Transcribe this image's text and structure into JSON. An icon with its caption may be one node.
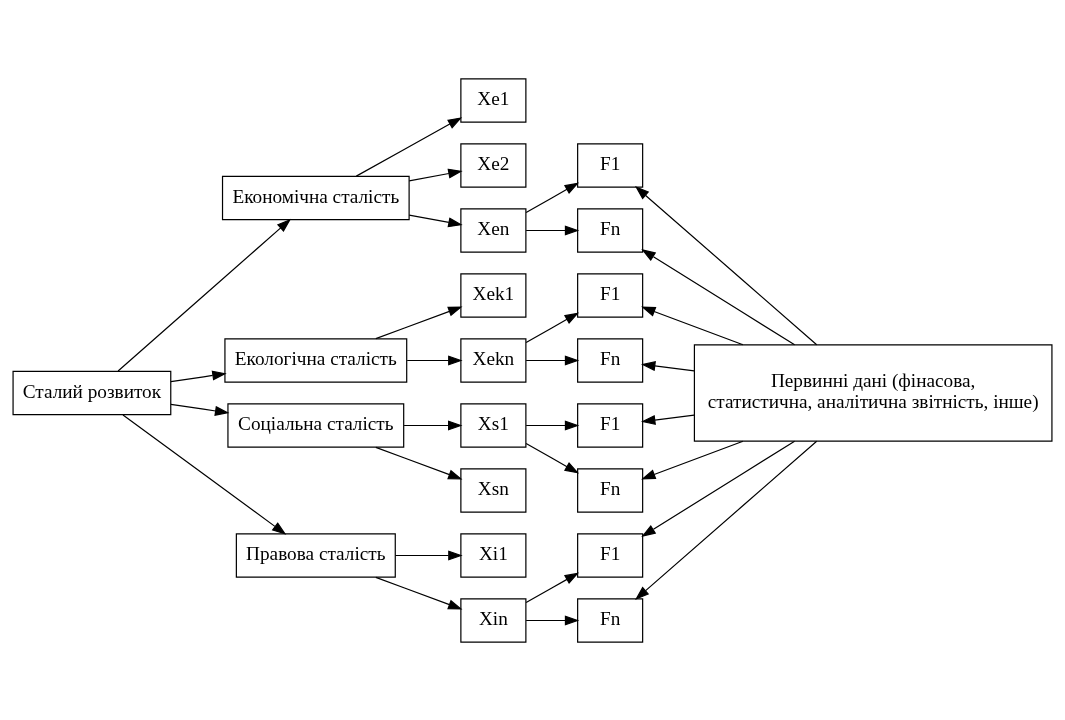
{
  "diagram": {
    "nodes": [
      {
        "text": [
          "Сталий розвиток"
        ]
      },
      {
        "text": [
          "Економічна сталість"
        ]
      },
      {
        "text": [
          "Xe1"
        ]
      },
      {
        "text": [
          "Xe2"
        ]
      },
      {
        "text": [
          "Xen"
        ]
      },
      {
        "text": [
          "F1"
        ]
      },
      {
        "text": [
          "Fn"
        ]
      },
      {
        "text": [
          "Екологічна сталість"
        ]
      },
      {
        "text": [
          "Xek1"
        ]
      },
      {
        "text": [
          "Xekn"
        ]
      },
      {
        "text": [
          "F1"
        ]
      },
      {
        "text": [
          "Fn"
        ]
      },
      {
        "text": [
          "Соціальна сталість"
        ]
      },
      {
        "text": [
          "Xs1"
        ]
      },
      {
        "text": [
          "Xsn"
        ]
      },
      {
        "text": [
          "F1"
        ]
      },
      {
        "text": [
          "Fn"
        ]
      },
      {
        "text": [
          "Правова сталість"
        ]
      },
      {
        "text": [
          "Xi1"
        ]
      },
      {
        "text": [
          "Xin"
        ]
      },
      {
        "text": [
          "F1"
        ]
      },
      {
        "text": [
          "Fn"
        ]
      },
      {
        "text": [
          "Первинні дані (фінасова, статистична, аналітична звітність, інше)"
        ]
      }
    ],
    "edges": [
      {
        "from": 0,
        "to": 1,
        "arrow": "to"
      },
      {
        "from": 0,
        "to": 7,
        "arrow": "to"
      },
      {
        "from": 0,
        "to": 12,
        "arrow": "to"
      },
      {
        "from": 0,
        "to": 17,
        "arrow": "to"
      },
      {
        "from": 1,
        "to": 2,
        "arrow": "to"
      },
      {
        "from": 1,
        "to": 3,
        "arrow": "to"
      },
      {
        "from": 1,
        "to": 4,
        "arrow": "to"
      },
      {
        "from": 4,
        "to": 5,
        "arrow": "to"
      },
      {
        "from": 4,
        "to": 6,
        "arrow": "to"
      },
      {
        "from": 7,
        "to": 8,
        "arrow": "to"
      },
      {
        "from": 7,
        "to": 9,
        "arrow": "to"
      },
      {
        "from": 9,
        "to": 10,
        "arrow": "to"
      },
      {
        "from": 9,
        "to": 11,
        "arrow": "to"
      },
      {
        "from": 12,
        "to": 13,
        "arrow": "to"
      },
      {
        "from": 12,
        "to": 14,
        "arrow": "to"
      },
      {
        "from": 13,
        "to": 15,
        "arrow": "to"
      },
      {
        "from": 13,
        "to": 16,
        "arrow": "to"
      },
      {
        "from": 17,
        "to": 18,
        "arrow": "to"
      },
      {
        "from": 17,
        "to": 19,
        "arrow": "to"
      },
      {
        "from": 19,
        "to": 20,
        "arrow": "to"
      },
      {
        "from": 19,
        "to": 21,
        "arrow": "to"
      },
      {
        "from": 22,
        "to": 5,
        "arrow": "to"
      },
      {
        "from": 22,
        "to": 6,
        "arrow": "to"
      },
      {
        "from": 22,
        "to": 10,
        "arrow": "to"
      },
      {
        "from": 22,
        "to": 11,
        "arrow": "to"
      },
      {
        "from": 22,
        "to": 15,
        "arrow": "to"
      },
      {
        "from": 22,
        "to": 16,
        "arrow": "to"
      },
      {
        "from": 22,
        "to": 20,
        "arrow": "to"
      },
      {
        "from": 22,
        "to": 21,
        "arrow": "to"
      }
    ]
  }
}
